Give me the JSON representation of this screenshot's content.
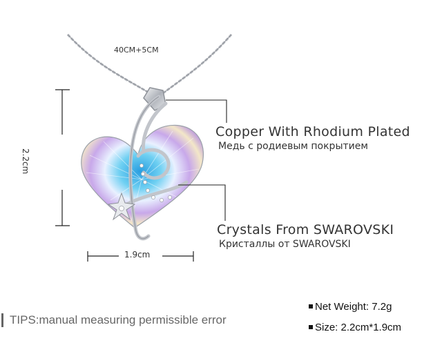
{
  "product": {
    "chain_length": "40CM+5CM",
    "height_label": "2.2cm",
    "width_label": "1.9cm"
  },
  "callouts": [
    {
      "title": "Copper With Rhodium Plated",
      "subtitle": "Медь с родиевым покрытием"
    },
    {
      "title": "Crystals From SWAROVSKI",
      "subtitle": "Кристаллы от SWAROVSKI"
    }
  ],
  "tips": "TIPS:manual measuring permissible error",
  "specs": {
    "net_weight": "Net Weight: 7.2g",
    "size": "Size: 2.2cm*1.9cm"
  },
  "colors": {
    "text": "#333333",
    "tips_text": "#666666",
    "silver": "#b9bcc2",
    "crystal_blue": "#4fb8e8",
    "crystal_purple": "#c9a6e6"
  },
  "icons": [
    "bullet-square-icon"
  ]
}
